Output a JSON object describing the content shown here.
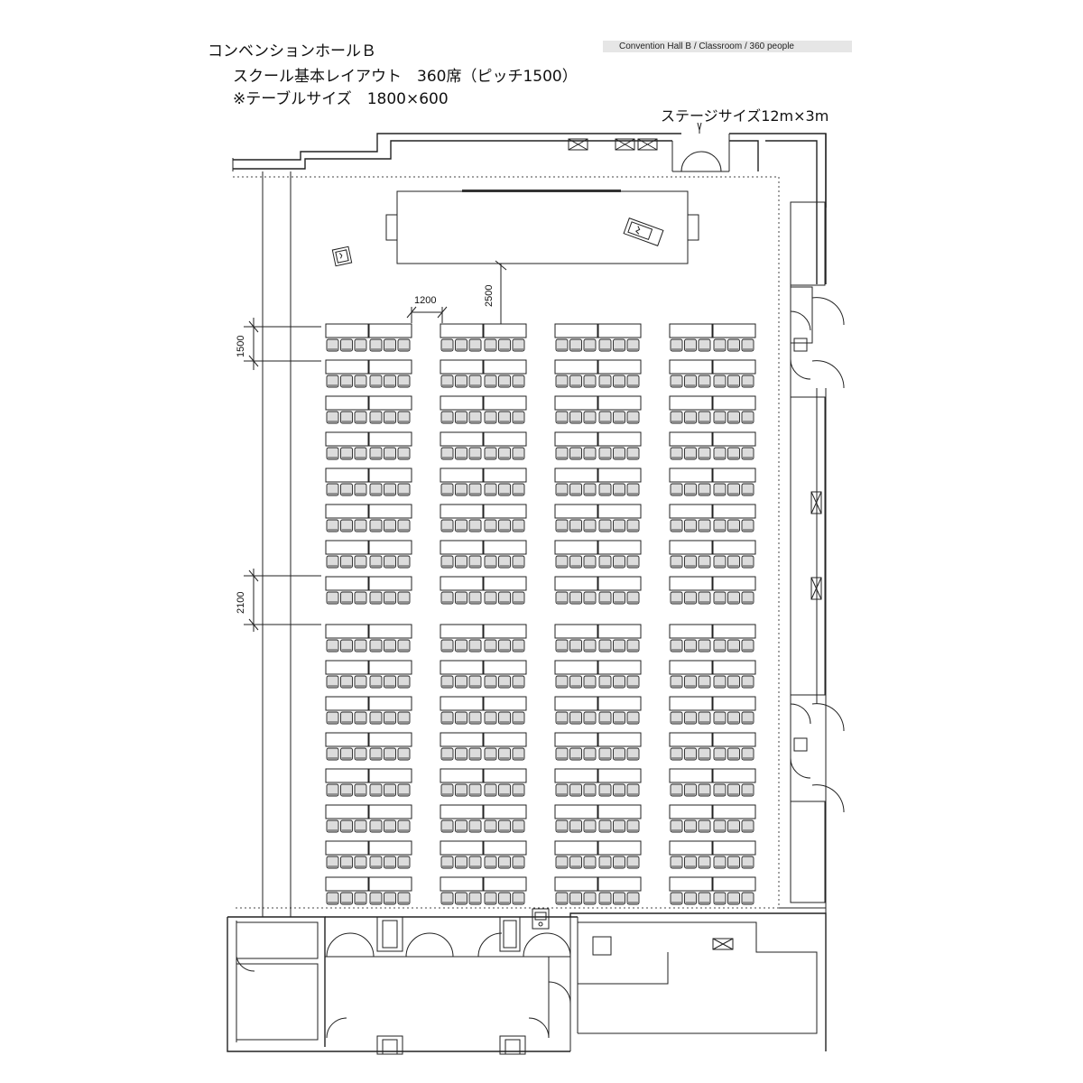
{
  "header": {
    "hall_title": "コンベンションホールＢ",
    "layout_line": "スクール基本レイアウト　360席（ピッチ1500）",
    "table_size": "※テーブルサイズ　1800×600",
    "english_tag": "Convention Hall B / Classroom / 360 people",
    "stage_size": "ステージサイズ12m×3m"
  },
  "dimensions": {
    "table_gap": "1200",
    "stage_to_seats": "2500",
    "row_pitch": "1500",
    "block_gap": "2100"
  },
  "seating": {
    "columns": 4,
    "rows_front_block": 8,
    "rows_back_block": 8,
    "tables_per_row": 2,
    "chairs_per_table": 3
  },
  "icons": [
    "podium-icon",
    "lectern-icon",
    "hatch-icon",
    "sink-icon"
  ]
}
